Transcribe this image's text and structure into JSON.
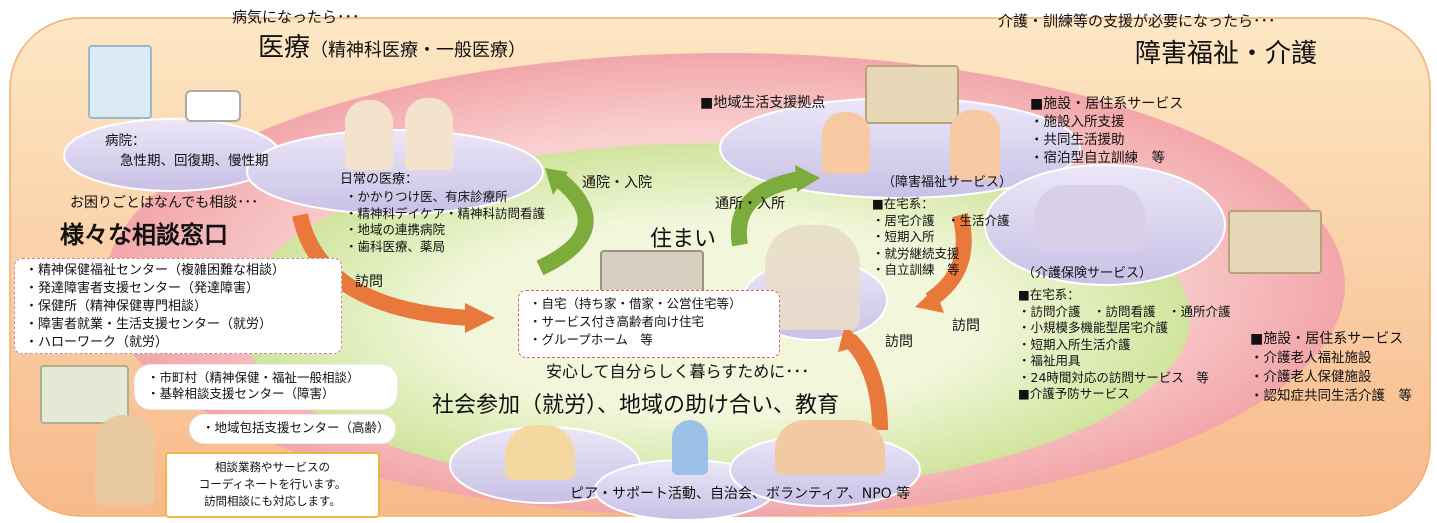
{
  "medical": {
    "lead": "病気になったら･･･",
    "title": "医療",
    "subtitle": "（精神科医療・一般医療）",
    "hospital": {
      "label": "病院：",
      "detail": "急性期、回復期、慢性期"
    },
    "daily": {
      "label": "日常の医療：",
      "items": [
        "・かかりつけ医、有床診療所",
        "・精神科デイケア・精神科訪問看護",
        "・地域の連携病院",
        "・歯科医療、薬局"
      ]
    }
  },
  "consult": {
    "lead": "お困りごとはなんでも相談･･･",
    "title": "様々な相談窓口",
    "box1": [
      "・精神保健福祉センター（複雑困難な相談）",
      "・発達障害者支援センター（発達障害）",
      "・保健所（精神保健専門相談）",
      "・障害者就業・生活支援センター（就労）",
      "・ハローワーク（就労）"
    ],
    "box2": [
      "・市町村（精神保健・福祉一般相談）",
      "・基幹相談支援センター（障害）"
    ],
    "box3": "・地域包括支援センター（高齢）",
    "speech": [
      "相談業務やサービスの",
      "コーディネートを行います。",
      "訪問相談にも対応します。"
    ]
  },
  "welfare": {
    "lead": "介護・訓練等の支援が必要になったら･･･",
    "title": "障害福祉・介護",
    "hub": "■地域生活支援拠点",
    "facility_disability": [
      "■施設・居住系サービス",
      "・施設入所支援",
      "・共同生活援助",
      "・宿泊型自立訓練　等"
    ],
    "disability_service": "（障害福祉サービス）",
    "home_disability": [
      "■在宅系：",
      "・居宅介護　・生活介護",
      "・短期入所",
      "・就労継続支援",
      "・自立訓練　等"
    ],
    "care_service": "（介護保険サービス）",
    "home_care": [
      "■在宅系：",
      "・訪問介護　・訪問看護　・通所介護",
      "・小規模多機能型居宅介護",
      "・短期入所生活介護",
      "・福祉用具",
      "・24時間対応の訪問サービス　等",
      "■介護予防サービス"
    ],
    "facility_care": [
      "■施設・居住系サービス",
      "・介護老人福祉施設",
      "・介護老人保健施設",
      "・認知症共同生活介護　等"
    ]
  },
  "housing": {
    "title": "住まい",
    "items": [
      "・自宅（持ち家・借家・公営住宅等）",
      "・サービス付き高齢者向け住宅",
      "・グループホーム　等"
    ],
    "caption": "安心して自分らしく暮らすために･･･"
  },
  "arrows": {
    "outpatient": "通院・入院",
    "dayservice": "通所・入所",
    "visit1": "訪問",
    "visit2": "訪問",
    "visit3": "訪問"
  },
  "social": {
    "title": "社会参加（就労）、地域の助け合い、教育",
    "activities": "ピア・サポート活動、自治会、ボランティア、NPO 等"
  },
  "colors": {
    "outer": "#fbd7a8",
    "pink": "#f2a7ab",
    "green": "#dcedb0",
    "lavender": "#d9d3ee",
    "arrow_orange": "#e8793a",
    "arrow_green": "#7dab3c"
  }
}
